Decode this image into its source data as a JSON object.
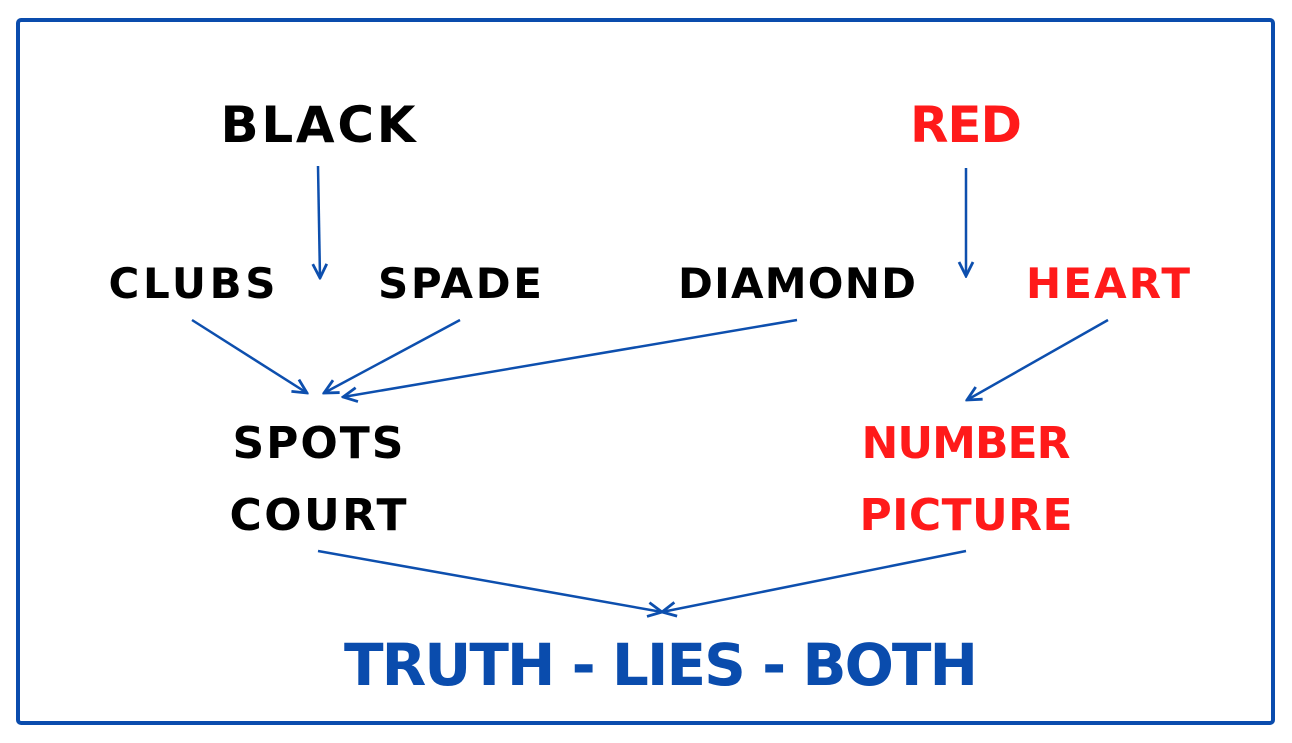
{
  "colors": {
    "frame": "#0a4cad",
    "black": "#000000",
    "red": "#ff1a1a",
    "blue": "#0a4cad"
  },
  "top": {
    "black": "BLACK",
    "red": "RED"
  },
  "suits": {
    "clubs": "CLUBS",
    "spade": "SPADE",
    "diamond": "DIAMOND",
    "heart": "HEART"
  },
  "middle": {
    "spots": "SPOTS",
    "court": "COURT",
    "number": "NUMBER",
    "picture": "PICTURE"
  },
  "bottom": {
    "result": "TRUTH - LIES - BOTH"
  }
}
